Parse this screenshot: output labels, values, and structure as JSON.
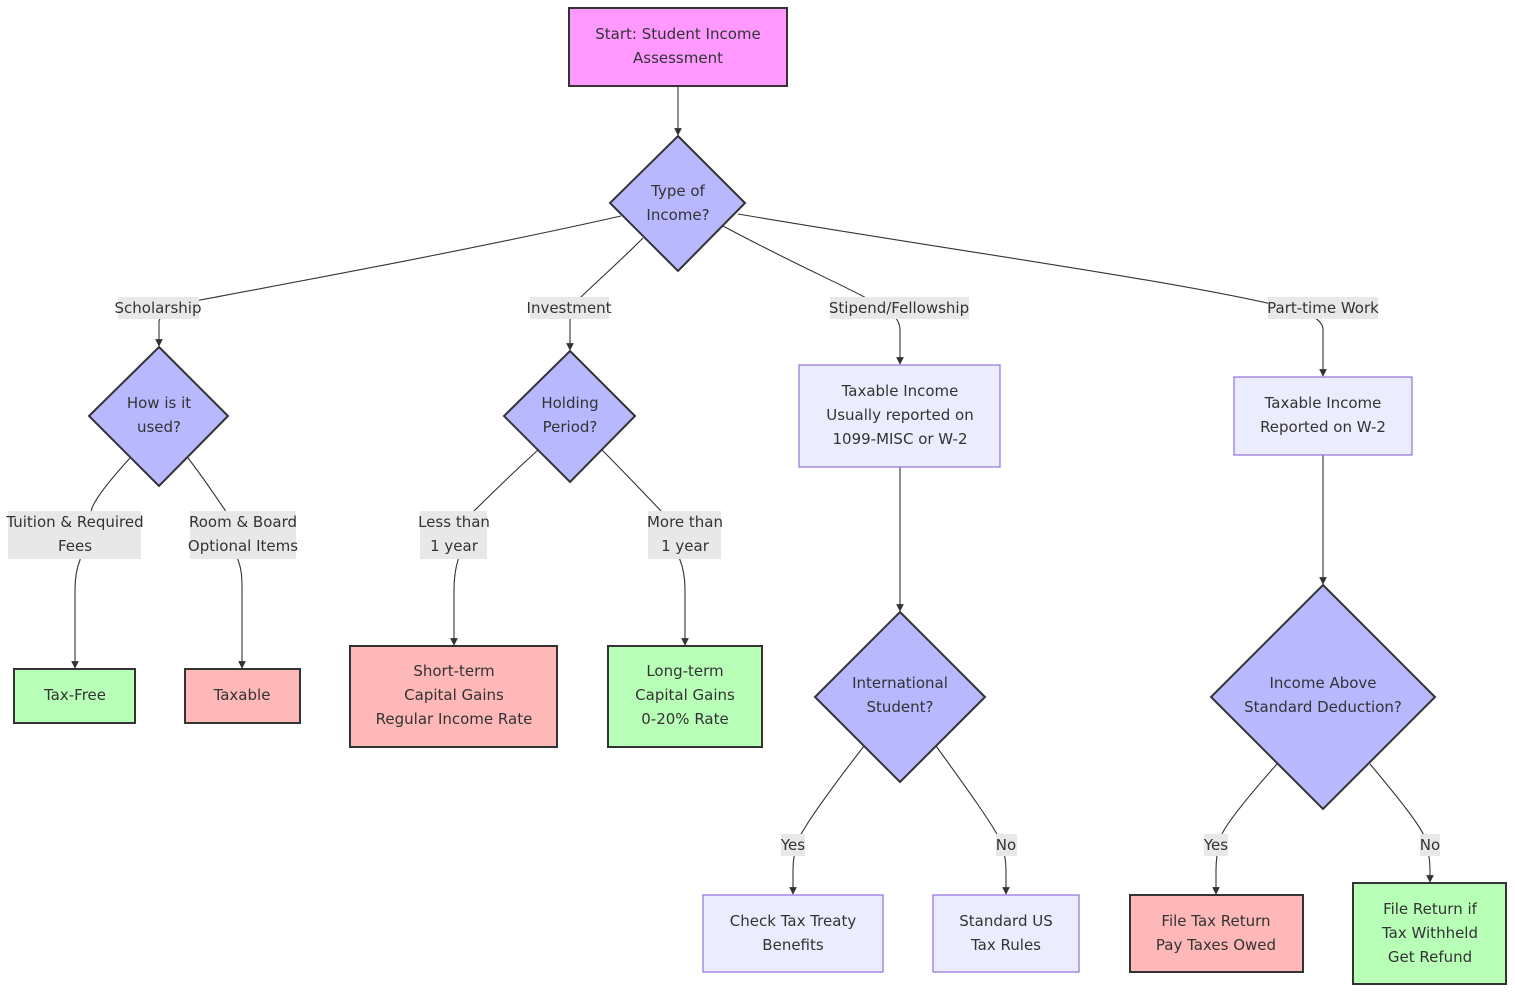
{
  "nodes": {
    "start": [
      "Start: Student Income",
      "Assessment"
    ],
    "type_of_income": [
      "Type of",
      "Income?"
    ],
    "how_used": [
      "How is it",
      "used?"
    ],
    "holding_period": [
      "Holding",
      "Period?"
    ],
    "stipend_taxable": [
      "Taxable Income",
      "Usually reported on",
      "1099-MISC or W-2"
    ],
    "work_taxable": [
      "Taxable Income",
      "Reported on W-2"
    ],
    "tax_free": [
      "Tax-Free"
    ],
    "taxable": [
      "Taxable"
    ],
    "short_term": [
      "Short-term",
      "Capital Gains",
      "Regular Income Rate"
    ],
    "long_term": [
      "Long-term",
      "Capital Gains",
      "0-20% Rate"
    ],
    "international": [
      "International",
      "Student?"
    ],
    "income_above": [
      "Income Above",
      "Standard Deduction?"
    ],
    "tax_treaty": [
      "Check Tax Treaty",
      "Benefits"
    ],
    "standard_us": [
      "Standard US",
      "Tax Rules"
    ],
    "file_pay": [
      "File Tax Return",
      "Pay Taxes Owed"
    ],
    "file_refund": [
      "File Return if",
      "Tax Withheld",
      "Get Refund"
    ]
  },
  "edge_labels": {
    "scholarship": [
      "Scholarship"
    ],
    "investment": [
      "Investment"
    ],
    "stipend": [
      "Stipend/Fellowship"
    ],
    "part_time": [
      "Part-time Work"
    ],
    "tuition": [
      "Tuition & Required",
      "Fees"
    ],
    "room_board": [
      "Room & Board",
      "Optional Items"
    ],
    "less_than": [
      "Less than",
      "1 year"
    ],
    "more_than": [
      "More than",
      "1 year"
    ],
    "intl_yes": [
      "Yes"
    ],
    "intl_no": [
      "No"
    ],
    "income_yes": [
      "Yes"
    ],
    "income_no": [
      "No"
    ]
  },
  "colors": {
    "start_fill": "#ff99ff",
    "decision_fill": "#b8b8ff",
    "info_fill": "#ececff",
    "info_border": "#9370db",
    "taxable_fill": "#ffb8b8",
    "tax_free_fill": "#b8ffb8",
    "edge_label_bg": "#e8e8e8",
    "line_color": "#333333"
  }
}
